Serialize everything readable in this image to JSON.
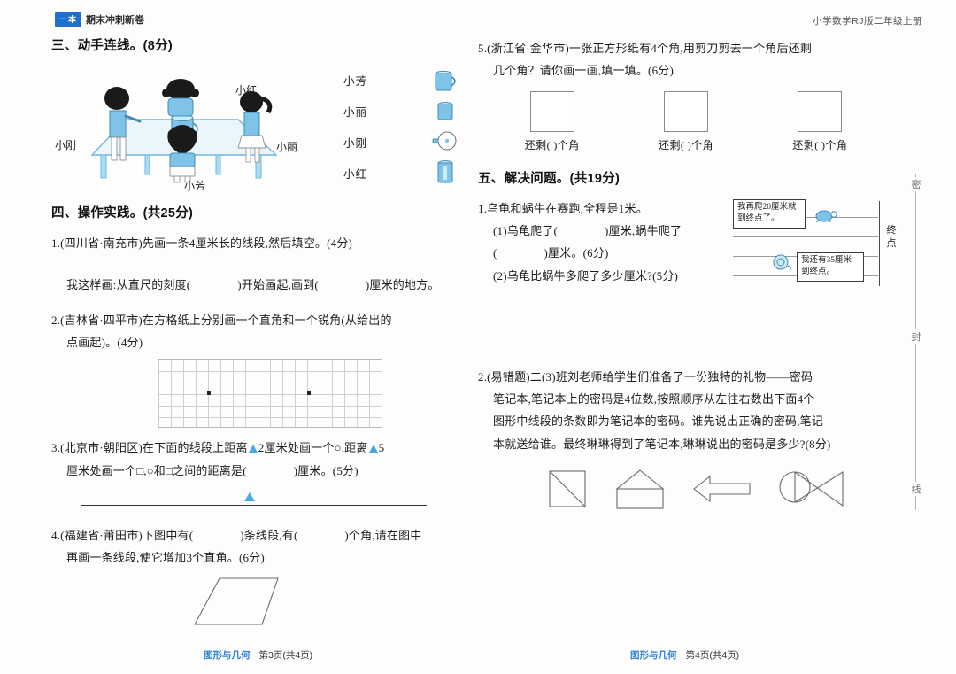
{
  "header": {
    "badge": "一本",
    "brand": "期末冲刺新卷",
    "subject": "小学数学RJ版二年级上册"
  },
  "seal_line": {
    "chars": [
      "密",
      "封",
      "线"
    ]
  },
  "left_column": {
    "section3": {
      "title": "三、动手连线。(8分)",
      "scene_labels": {
        "top": "小红",
        "left": "小刚",
        "right": "小丽",
        "bottom": "小芳"
      },
      "match_names": [
        "小芳",
        "小丽",
        "小刚",
        "小红"
      ],
      "cup_views": [
        "mug-handle-right",
        "cup-front",
        "cup-top-view",
        "cup-tall-front"
      ]
    },
    "section4": {
      "title": "四、操作实践。(共25分)",
      "q1": {
        "line1": "1.(四川省·南充市)先画一条4厘米长的线段,然后填空。(4分)",
        "line2_a": "我这样画:从直尺的刻度(",
        "line2_b": ")开始画起,画到(",
        "line2_c": ")厘米的地方。"
      },
      "q2": {
        "line1": "2.(吉林省·四平市)在方格纸上分别画一个直角和一个锐角(从给出的",
        "line2": "点画起)。(4分)"
      },
      "q3": {
        "line1_a": "3.(北京市·朝阳区)在下面的线段上距离",
        "line1_b": "2厘米处画一个○,距离",
        "line1_c": "5",
        "line2_a": "厘米处画一个□,○和□之间的距离是(",
        "line2_b": ")厘米。(5分)"
      },
      "q4": {
        "line1_a": "4.(福建省·莆田市)下图中有(",
        "line1_b": ")条线段,有(",
        "line1_c": ")个角,请在图中",
        "line2": "再画一条线段,使它增加3个直角。(6分)"
      }
    },
    "footer": {
      "category": "图形与几何",
      "page": "第3页(共4页)"
    }
  },
  "right_column": {
    "q5": {
      "line1": "5.(浙江省·金华市)一张正方形纸有4个角,用剪刀剪去一个角后还剩",
      "line2": "几个角？请你画一画,填一填。(6分)",
      "captions": [
        "还剩(    )个角",
        "还剩(    )个角",
        "还剩(    )个角"
      ]
    },
    "section5": {
      "title": "五、解决问题。(共19分)",
      "q1": {
        "line1": "1.乌龟和蜗牛在赛跑,全程是1米。",
        "line2_a": "(1)乌龟爬了(",
        "line2_b": ")厘米,蜗牛爬了",
        "line3_a": "(",
        "line3_b": ")厘米。(6分)",
        "line4": "(2)乌龟比蜗牛多爬了多少厘米?(5分)",
        "turtle_bubble": "我再爬20厘米就到终点了。",
        "snail_bubble": "我还有35厘米到终点。",
        "finish_label": "终点"
      },
      "q2": {
        "line1": "2.(易错题)二(3)班刘老师给学生们准备了一份独特的礼物——密码",
        "line2": "笔记本,笔记本上的密码是4位数,按照顺序从左往右数出下面4个",
        "line3": "图形中线段的条数即为笔记本的密码。谁先说出正确的密码,笔记",
        "line4": "本就送给谁。最终琳琳得到了笔记本,琳琳说出的密码是多少?(8分)",
        "shapes": [
          "square-with-diagonal",
          "house-pentagon",
          "left-arrow",
          "circle-bowtie"
        ]
      }
    },
    "footer": {
      "category": "图形与几何",
      "page": "第4页(共4页)"
    }
  },
  "colors": {
    "accent_blue": "#2b7dd6",
    "illustration_blue": "#7fc4e8",
    "triangle_marker": "#4aa8e0",
    "rule_gray": "#b9b9b9"
  }
}
